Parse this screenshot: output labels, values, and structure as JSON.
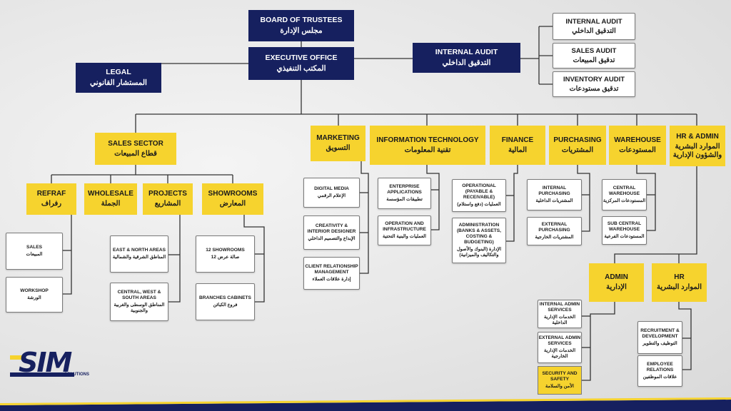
{
  "board": {
    "en": "BOARD OF TRUSTEES",
    "ar": "مجلس الإدارة"
  },
  "executive": {
    "en": "EXECUTIVE OFFICE",
    "ar": "المكتب التنفيذي"
  },
  "legal": {
    "en": "LEGAL",
    "ar": "المستشار القانوني"
  },
  "internal_audit": {
    "en": "INTERNAL AUDIT",
    "ar": "التدقيق الداخلي"
  },
  "audit_sub": [
    {
      "en": "INTERNAL AUDIT",
      "ar": "التدقيق الداخلي"
    },
    {
      "en": "SALES AUDIT",
      "ar": "تدقيق المبيعات"
    },
    {
      "en": "INVENTORY AUDIT",
      "ar": "تدقيق مستودعات"
    }
  ],
  "sales_sector": {
    "en": "SALES SECTOR",
    "ar": "قطاع المبيعات"
  },
  "sales_units": [
    {
      "en": "REFRAF",
      "ar": "رفراف"
    },
    {
      "en": "WHOLESALE",
      "ar": "الجملة"
    },
    {
      "en": "PROJECTS",
      "ar": "المشاريع"
    },
    {
      "en": "SHOWROOMS",
      "ar": "المعارض"
    }
  ],
  "refraf_items": [
    {
      "en": "SALES",
      "ar": "المبيعات"
    },
    {
      "en": "WORKSHOP",
      "ar": "الورشة"
    }
  ],
  "projects_items": [
    {
      "en": "EAST & NORTH AREAS",
      "ar": "المناطق الشرقية والشمالية"
    },
    {
      "en": "CENTRAL, WEST & SOUTH AREAS",
      "ar": "المناطق الوسطى والغربية والجنوبية"
    }
  ],
  "showrooms_items": [
    {
      "en": "12 SHOWROOMS",
      "ar": "صالة عرض 12"
    },
    {
      "en": "BRANCHES CABINETS",
      "ar": "فروع الكبائن"
    }
  ],
  "departments": [
    {
      "en": "MARKETING",
      "ar": "التسويق"
    },
    {
      "en": "INFORMATION TECHNOLOGY",
      "ar": "تقنية المعلومات"
    },
    {
      "en": "FINANCE",
      "ar": "المالية"
    },
    {
      "en": "PURCHASING",
      "ar": "المشتريات"
    },
    {
      "en": "WAREHOUSE",
      "ar": "المستودعات"
    },
    {
      "en": "HR & ADMIN",
      "ar": "الموارد البشرية والشؤون الإدارية"
    }
  ],
  "marketing_items": [
    {
      "en": "DIGITAL MEDIA",
      "ar": "الإعلام الرقمي"
    },
    {
      "en": "CREATIVITY & INTERIOR DESIGNER",
      "ar": "الإبداع والتصميم الداخلي"
    },
    {
      "en": "CLIENT RELATIONSHIP MANAGEMENT",
      "ar": "إدارة علاقات العملاء"
    }
  ],
  "it_items": [
    {
      "en": "ENTERPRISE APPLICATIONS",
      "ar": "تطبيقات المؤسسة"
    },
    {
      "en": "OPERATION AND INFRASTRUCTURE",
      "ar": "العمليات والبنية التحتية"
    }
  ],
  "finance_items": [
    {
      "en": "OPERATIONAL (PAYABLE & RECEIVABLE)",
      "ar": "العمليات (دفع واستلام)"
    },
    {
      "en": "ADMINISTRATION (BANKS & ASSETS, COSTING & BUDGETING)",
      "ar": "الإدارة (البنوك والأصول والتكاليف والميزانية)"
    }
  ],
  "purchasing_items": [
    {
      "en": "INTERNAL PURCHASING",
      "ar": "المشتريات الداخلية"
    },
    {
      "en": "EXTERNAL PURCHASING",
      "ar": "المشتريات الخارجية"
    }
  ],
  "warehouse_items": [
    {
      "en": "CENTRAL WAREHOUSE",
      "ar": "المستودعات المركزية"
    },
    {
      "en": "SUB CENTRAL WAREHOUSE",
      "ar": "المستودعات الفرعية"
    }
  ],
  "admin": {
    "en": "ADMIN",
    "ar": "الإدارية"
  },
  "hr": {
    "en": "HR",
    "ar": "الموارد البشرية"
  },
  "admin_items": [
    {
      "en": "INTERNAL ADMIN SERVICES",
      "ar": "الخدمات الإدارية الداخلية"
    },
    {
      "en": "EXTERNAL ADMIN SERVICES",
      "ar": "الخدمات الإدارية الخارجية"
    },
    {
      "en": "SECURITY AND SAFETY",
      "ar": "الأمن والسلامة"
    }
  ],
  "hr_items": [
    {
      "en": "RECRUITMENT & DEVELOPMENT",
      "ar": "التوظيف والتطوير"
    },
    {
      "en": "EMPLOYEE RELATIONS",
      "ar": "علاقات الموظفين"
    }
  ],
  "logo": {
    "word": "SIM",
    "sub": "SOLUTIONS"
  },
  "colors": {
    "navy": "#16205f",
    "gold": "#f6d32e",
    "line": "#333333"
  }
}
